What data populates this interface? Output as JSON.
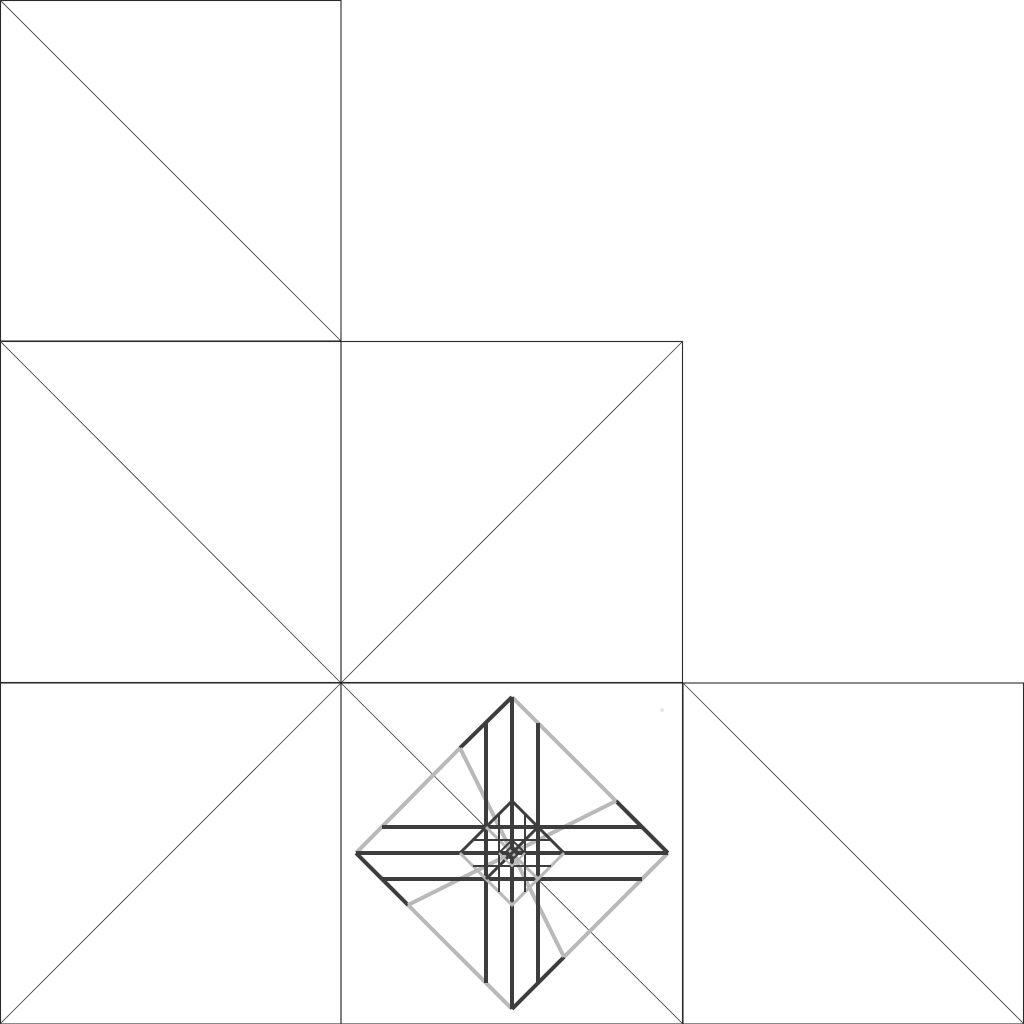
{
  "diagram": {
    "description_text": "",
    "cells": [
      {
        "id": "r0c0",
        "diagonal": "backslash"
      },
      {
        "id": "r1c0",
        "diagonal": "backslash"
      },
      {
        "id": "r1c1",
        "diagonal": "slash"
      },
      {
        "id": "r2c0",
        "diagonal": "slash"
      },
      {
        "id": "r2c1",
        "diagonal": "backslash"
      },
      {
        "id": "r2c2",
        "diagonal": "backslash"
      }
    ],
    "motif": {
      "colors": {
        "dark": "#3d3d3d",
        "light": "#b9b9b9",
        "line": "#2a2a2a"
      }
    }
  }
}
